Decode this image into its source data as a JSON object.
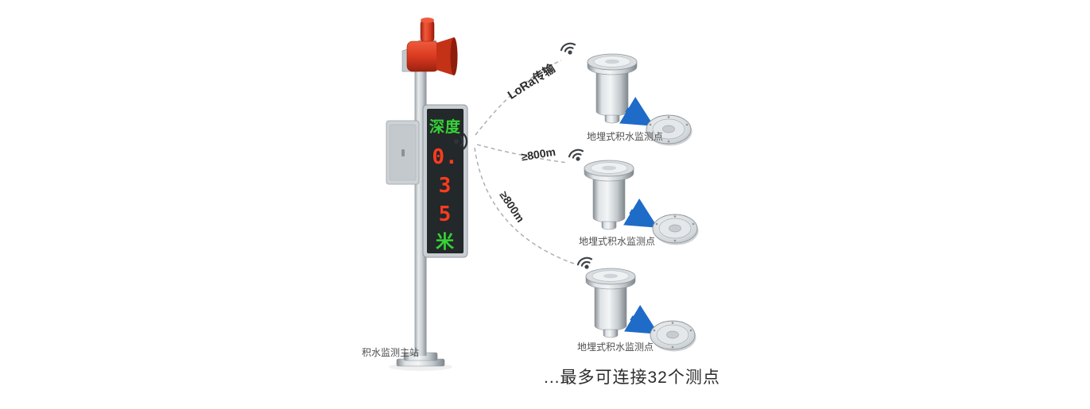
{
  "diagram": {
    "master_station": {
      "label": "积水监测主站",
      "display_lines": [
        {
          "text": "深度",
          "color": "#35d435"
        },
        {
          "text": "0.",
          "color": "#ff3b1f"
        },
        {
          "text": "3",
          "color": "#ff3b1f"
        },
        {
          "text": "5",
          "color": "#ff3b1f"
        },
        {
          "text": "米",
          "color": "#35d435"
        }
      ]
    },
    "links": [
      {
        "label": "LoRa传输"
      },
      {
        "label": "≥800m"
      },
      {
        "label": "≥800m"
      }
    ],
    "sensors": [
      {
        "label": "地埋式积水监测点"
      },
      {
        "label": "地埋式积水监测点"
      },
      {
        "label": "地埋式积水监测点"
      }
    ],
    "footer_note": "...最多可连接32个测点",
    "colors": {
      "alarm_red": "#d93a20",
      "led_green": "#35d435",
      "led_red": "#ff3b1f",
      "arrow_blue": "#1e6bc8",
      "link_line_gray": "#a6abb0",
      "label_text": "#4f4f4f",
      "footer_text": "#2b2b2b"
    }
  }
}
